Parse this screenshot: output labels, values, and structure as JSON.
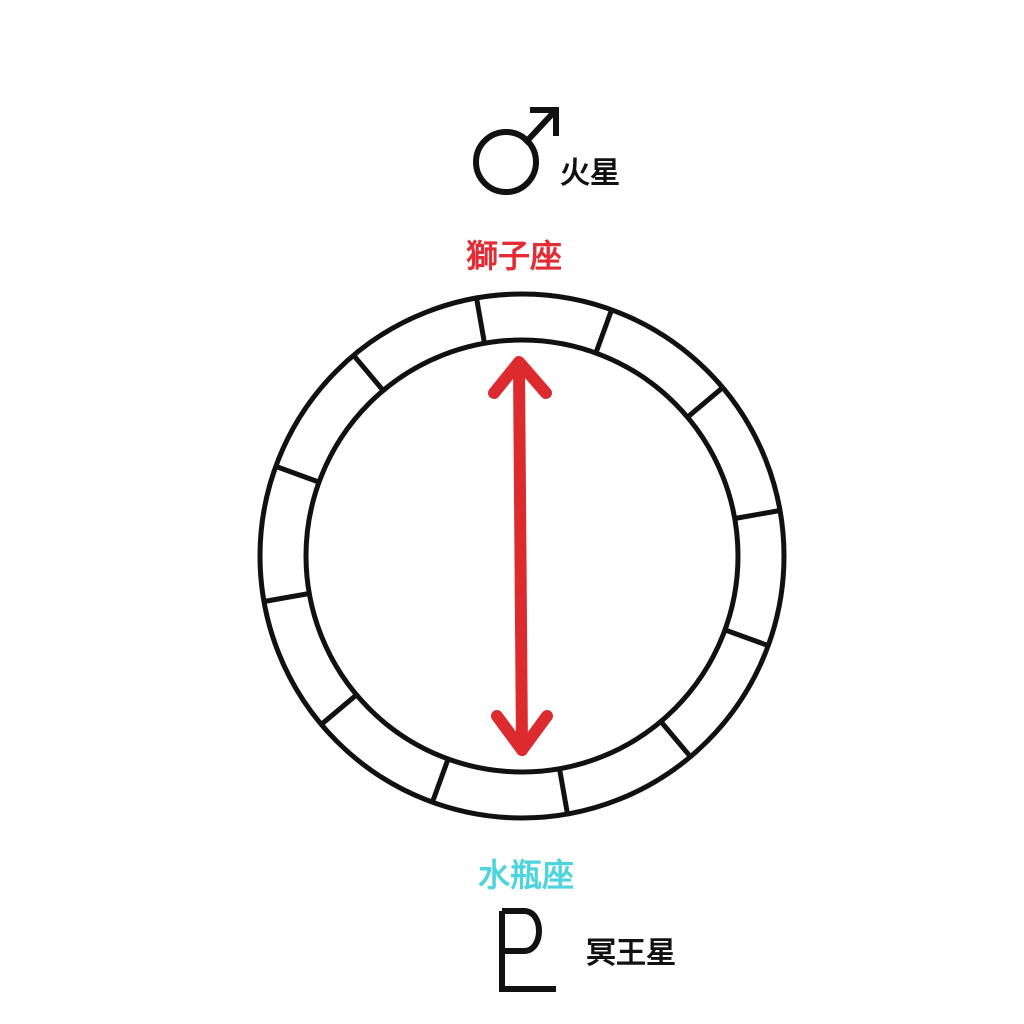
{
  "colors": {
    "leo": "#e32d36",
    "aquarius": "#4fd4de",
    "arrow": "#dc2a2f",
    "ink": "#111111"
  },
  "top": {
    "planet_icon": "mars-icon",
    "planet_label": "火星",
    "sign_label": "獅子座"
  },
  "bottom": {
    "sign_label": "水瓶座",
    "planet_icon": "pluto-icon",
    "planet_label": "冥王星"
  },
  "wheel": {
    "segments": 12
  }
}
